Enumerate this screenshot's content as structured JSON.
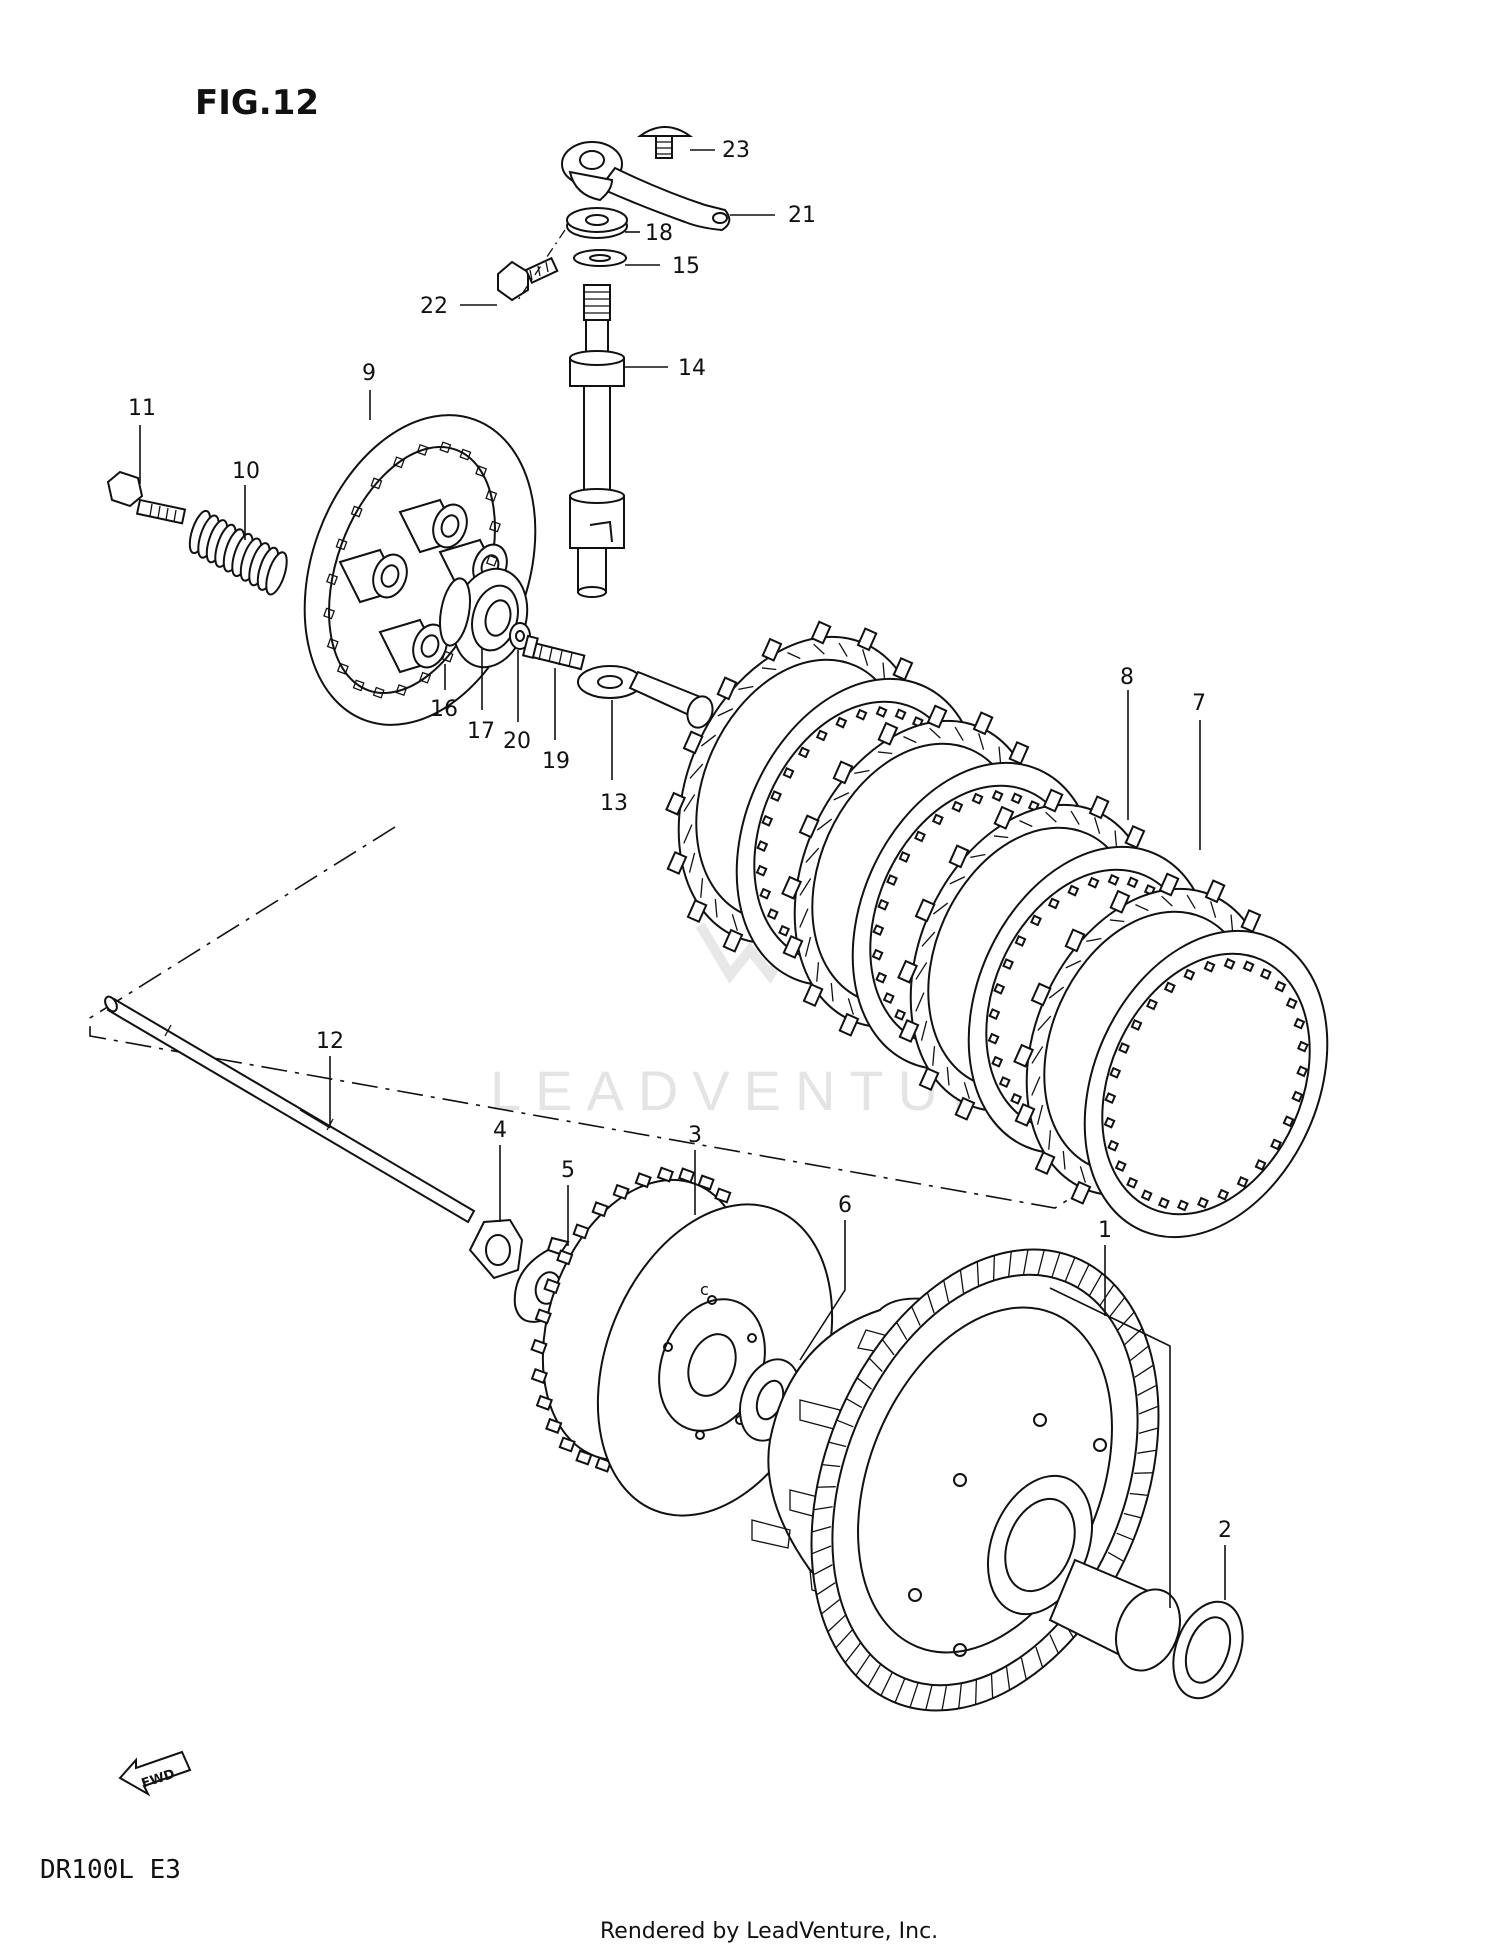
{
  "figure": {
    "title": "FIG.12",
    "model_code": "DR100L  E3",
    "credit": "Rendered by LeadVenture, Inc.",
    "watermark": "LEADVENTURE",
    "fwd_label": "FWD"
  },
  "callouts": {
    "c1": "1",
    "c2": "2",
    "c3": "3",
    "c4": "4",
    "c5": "5",
    "c6": "6",
    "c7": "7",
    "c8": "8",
    "c9": "9",
    "c10": "10",
    "c11": "11",
    "c12": "12",
    "c13": "13",
    "c14": "14",
    "c15": "15",
    "c16": "16",
    "c17": "17",
    "c18": "18",
    "c19": "19",
    "c20": "20",
    "c21": "21",
    "c22": "22",
    "c23": "23"
  },
  "colors": {
    "ink": "#111111",
    "watermark": "#e4e4e4",
    "background": "#ffffff"
  }
}
